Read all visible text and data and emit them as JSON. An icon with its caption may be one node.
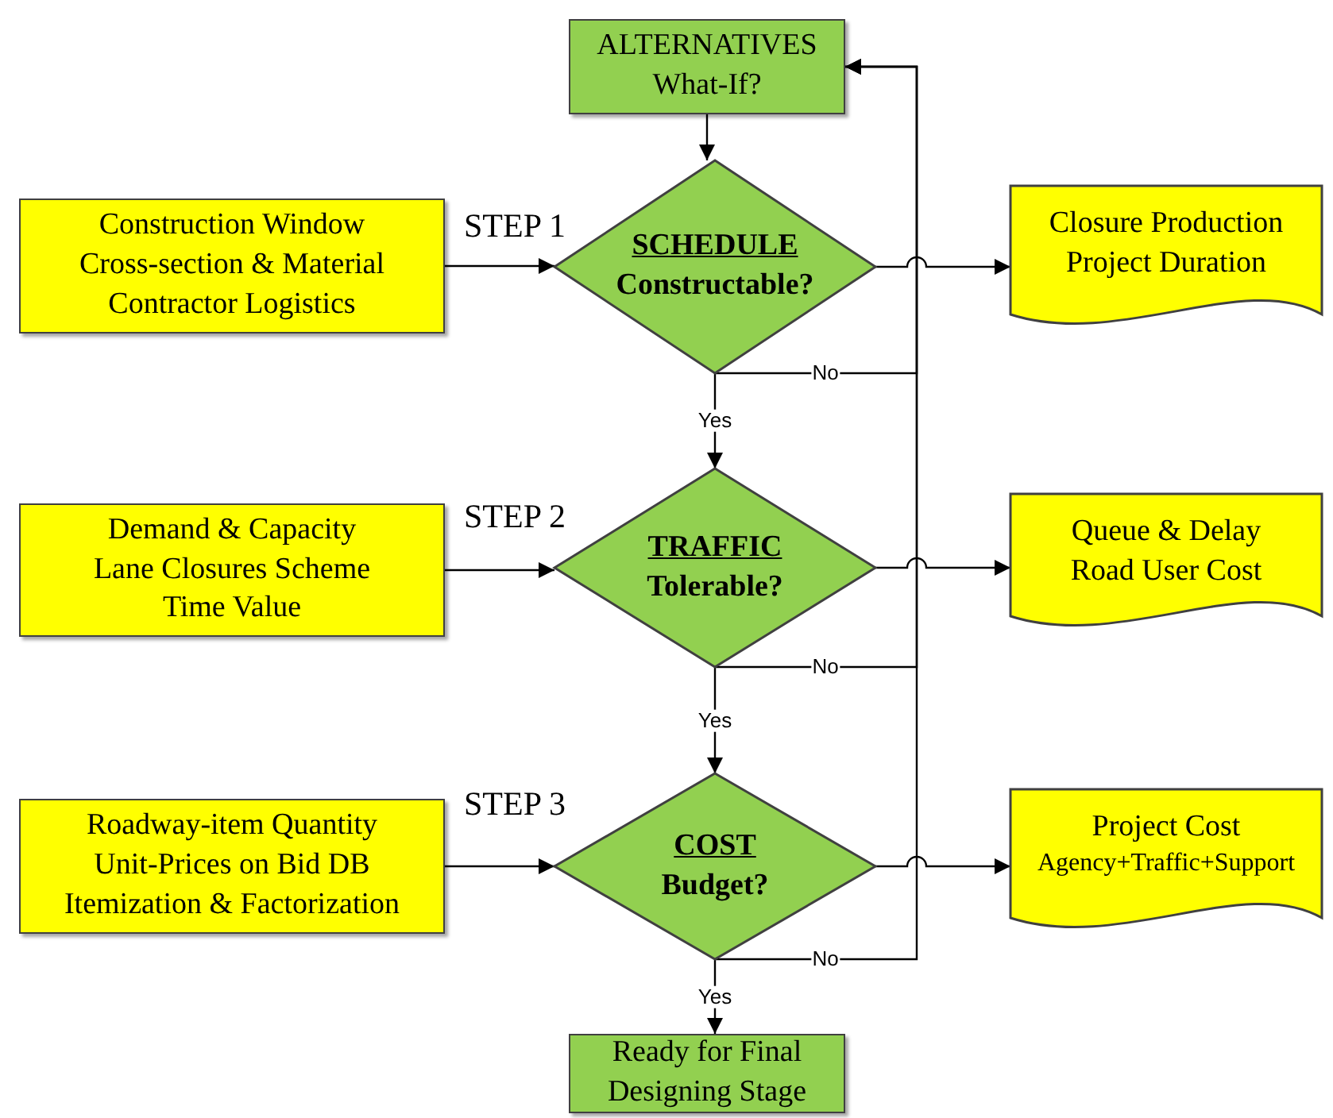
{
  "diagram": {
    "nodes": [
      {
        "text": [
          "ALTERNATIVES",
          "What-If?"
        ]
      },
      {
        "text": [
          "Construction Window",
          "Cross-section & Material",
          "Contractor Logistics"
        ]
      },
      {
        "text": [
          "SCHEDULE",
          "Constructable?"
        ],
        "beside": [
          "STEP 1"
        ]
      },
      {
        "text": [
          "Closure Production",
          "Project Duration"
        ]
      },
      {
        "text": [
          "Demand & Capacity",
          "Lane Closures Scheme",
          "Time Value"
        ]
      },
      {
        "text": [
          "TRAFFIC",
          "Tolerable?"
        ],
        "beside": [
          "STEP 2"
        ]
      },
      {
        "text": [
          "Queue & Delay",
          "Road User Cost"
        ]
      },
      {
        "text": [
          "Roadway-item Quantity",
          "Unit-Prices on Bid DB",
          "Itemization & Factorization"
        ]
      },
      {
        "text": [
          "COST",
          "Budget?"
        ],
        "beside": [
          "STEP 3"
        ]
      },
      {
        "text": [
          "Project Cost",
          "Agency+Traffic+Support"
        ]
      },
      {
        "text": [
          "Ready for Final Designing Stage"
        ]
      }
    ],
    "edges": [
      {
        "from": 0,
        "to": 2,
        "arrow": "to"
      },
      {
        "from": 1,
        "to": 2,
        "arrow": "to"
      },
      {
        "from": 2,
        "to": 3,
        "arrow": "to"
      },
      {
        "from": 2,
        "to": 5,
        "arrow": "to",
        "label": "Yes"
      },
      {
        "from": 2,
        "to": 0,
        "arrow": "to",
        "label": "No"
      },
      {
        "from": 4,
        "to": 5,
        "arrow": "to"
      },
      {
        "from": 5,
        "to": 6,
        "arrow": "to"
      },
      {
        "from": 5,
        "to": 8,
        "arrow": "to",
        "label": "Yes"
      },
      {
        "from": 5,
        "to": 0,
        "arrow": "to",
        "label": "No"
      },
      {
        "from": 7,
        "to": 8,
        "arrow": "to"
      },
      {
        "from": 8,
        "to": 9,
        "arrow": "to"
      },
      {
        "from": 8,
        "to": 10,
        "arrow": "to",
        "label": "Yes"
      },
      {
        "from": 8,
        "to": 0,
        "arrow": "to",
        "label": "No"
      }
    ]
  }
}
